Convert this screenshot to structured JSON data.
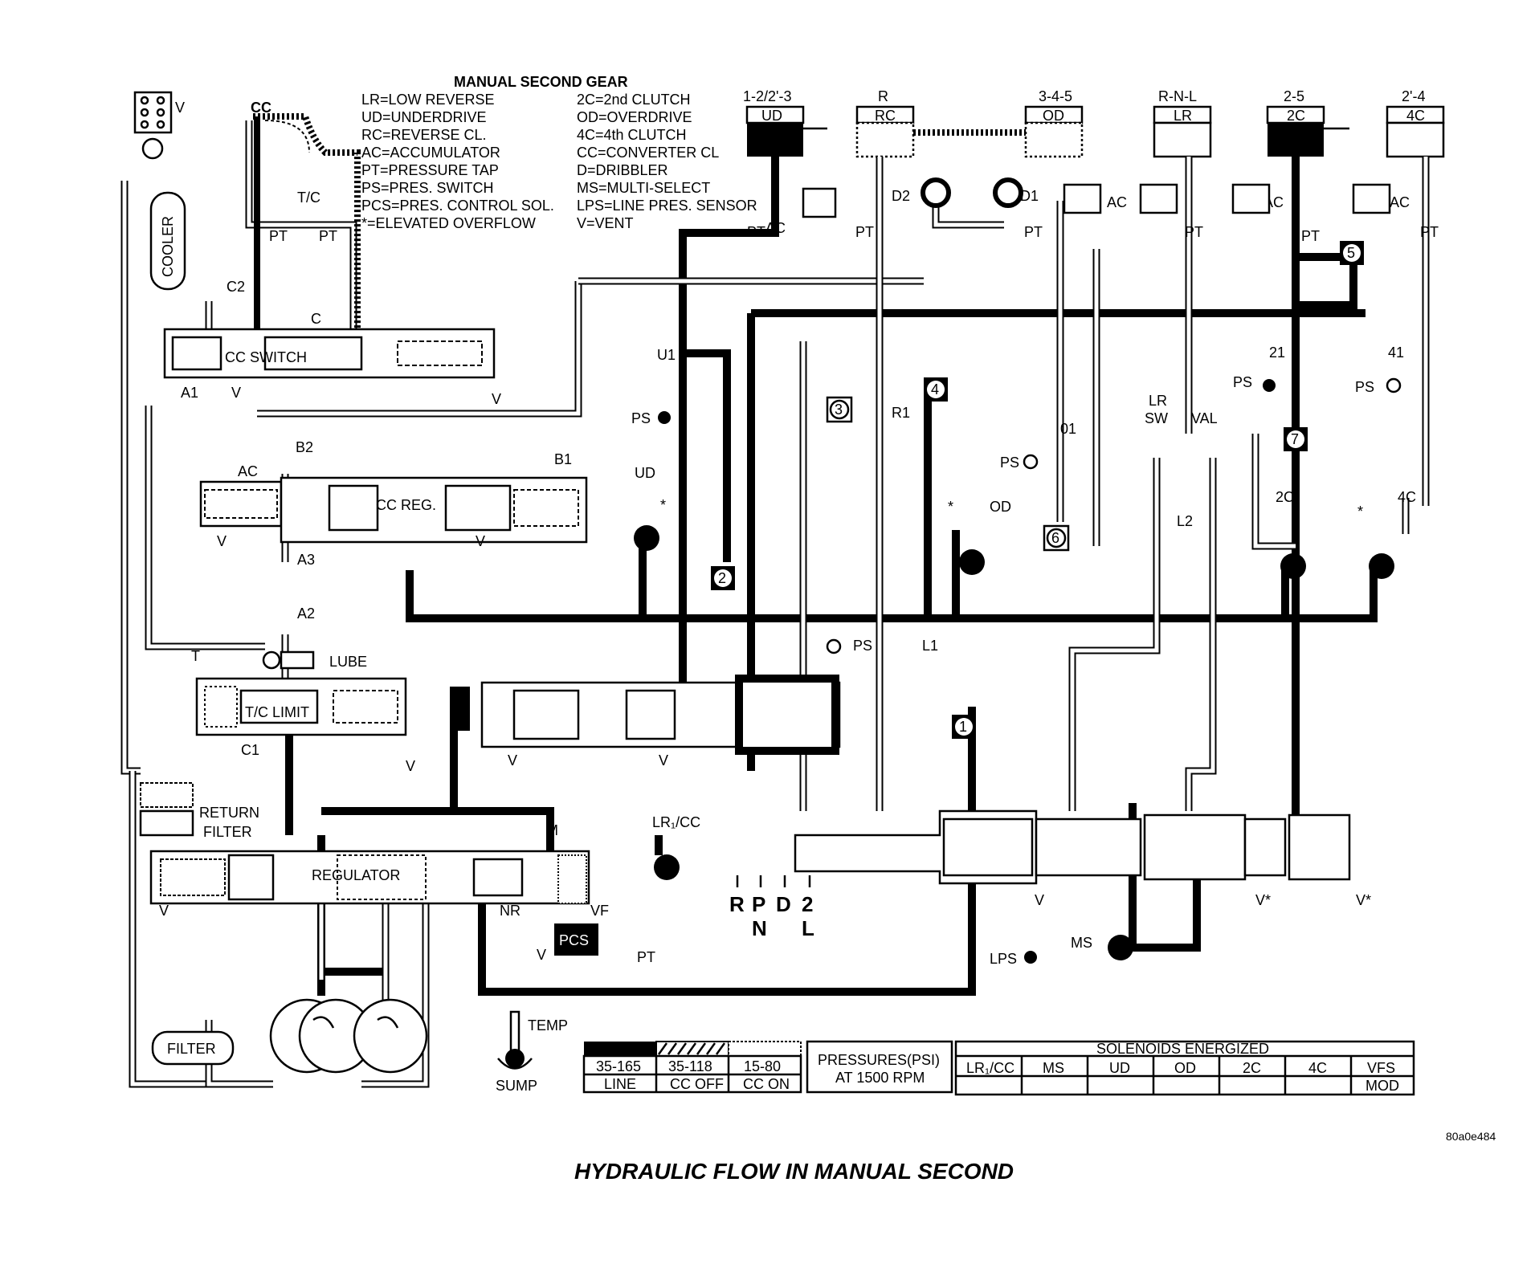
{
  "header": {
    "title": "MANUAL SECOND GEAR"
  },
  "legend_abbrev_left": [
    "LR=LOW REVERSE",
    "UD=UNDERDRIVE",
    "RC=REVERSE CL.",
    "AC=ACCUMULATOR",
    "PT=PRESSURE TAP",
    "PS=PRES. SWITCH",
    "PCS=PRES. CONTROL SOL.",
    "*=ELEVATED OVERFLOW"
  ],
  "legend_abbrev_right": [
    "2C=2nd CLUTCH",
    "OD=OVERDRIVE",
    "4C=4th CLUTCH",
    "CC=CONVERTER CL",
    "D=DRIBBLER",
    "MS=MULTI-SELECT",
    "LPS=LINE PRES. SENSOR",
    "V=VENT"
  ],
  "clutches": [
    {
      "gear": "1-2/2'-3",
      "name": "UD"
    },
    {
      "gear": "R",
      "name": "RC"
    },
    {
      "gear": "3-4-5",
      "name": "OD"
    },
    {
      "gear": "R-N-L",
      "name": "LR"
    },
    {
      "gear": "2-5",
      "name": "2C"
    },
    {
      "gear": "2'-4",
      "name": "4C"
    }
  ],
  "labels": {
    "cc": "CC",
    "tc": "T/C",
    "cooler": "COOLER",
    "c2": "C2",
    "c": "C",
    "cc_switch": "CC SWITCH",
    "a1": "A1",
    "v": "V",
    "b2": "B2",
    "b1": "B1",
    "ac": "AC",
    "cc_reg": "CC REG.",
    "a3": "A3",
    "a2": "A2",
    "t": "T",
    "lube": "LUBE",
    "tc_limit": "T/C LIMIT",
    "c1": "C1",
    "return_filter": "RETURN",
    "return_filter2": "FILTER",
    "regulator": "REGULATOR",
    "m": "M",
    "nr": "NR",
    "vf": "VF",
    "pcs": "PCS",
    "pt": "PT",
    "filter": "FILTER",
    "temp": "TEMP",
    "sump": "SUMP",
    "u1": "U1",
    "ps": "PS",
    "ud": "UD",
    "r1": "R1",
    "o1": "01",
    "od": "OD",
    "l1": "L1",
    "l2": "L2",
    "lr_sw": "LR",
    "sw": "SW",
    "val": "VAL",
    "d1": "D1",
    "d2": "D2",
    "n21": "21",
    "n41": "41",
    "c2c": "2C",
    "c4c": "4C",
    "lrcc": "LR₁/CC",
    "lps": "LPS",
    "ms": "MS",
    "vstar": "V*",
    "star": "*"
  },
  "shift_positions": {
    "row1": [
      "R",
      "P",
      "D",
      "2"
    ],
    "row2": [
      "N",
      "L"
    ]
  },
  "check_balls": [
    "1",
    "2",
    "3",
    "4",
    "5",
    "6",
    "7"
  ],
  "pressure_legend": {
    "items": [
      {
        "range": "35-165",
        "name": "LINE"
      },
      {
        "range": "35-118",
        "name": "CC OFF"
      },
      {
        "range": "15-80",
        "name": "CC ON"
      }
    ],
    "title_line1": "PRESSURES(PSI)",
    "title_line2": "AT 1500 RPM"
  },
  "solenoids": {
    "title": "SOLENOIDS ENERGIZED",
    "columns": [
      "LR₁/CC",
      "MS",
      "UD",
      "OD",
      "2C",
      "4C",
      "VFS"
    ],
    "extra": "MOD"
  },
  "figure_code": "80a0e484",
  "caption": "HYDRAULIC FLOW IN MANUAL SECOND"
}
